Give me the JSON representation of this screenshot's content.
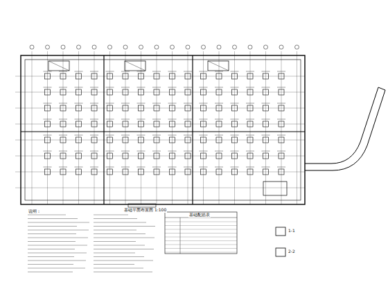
{
  "diagram": {
    "labels": [
      "基础平面布置图 1:100",
      "说明：",
      "基础配筋表",
      "1-1",
      "2-2"
    ]
  }
}
